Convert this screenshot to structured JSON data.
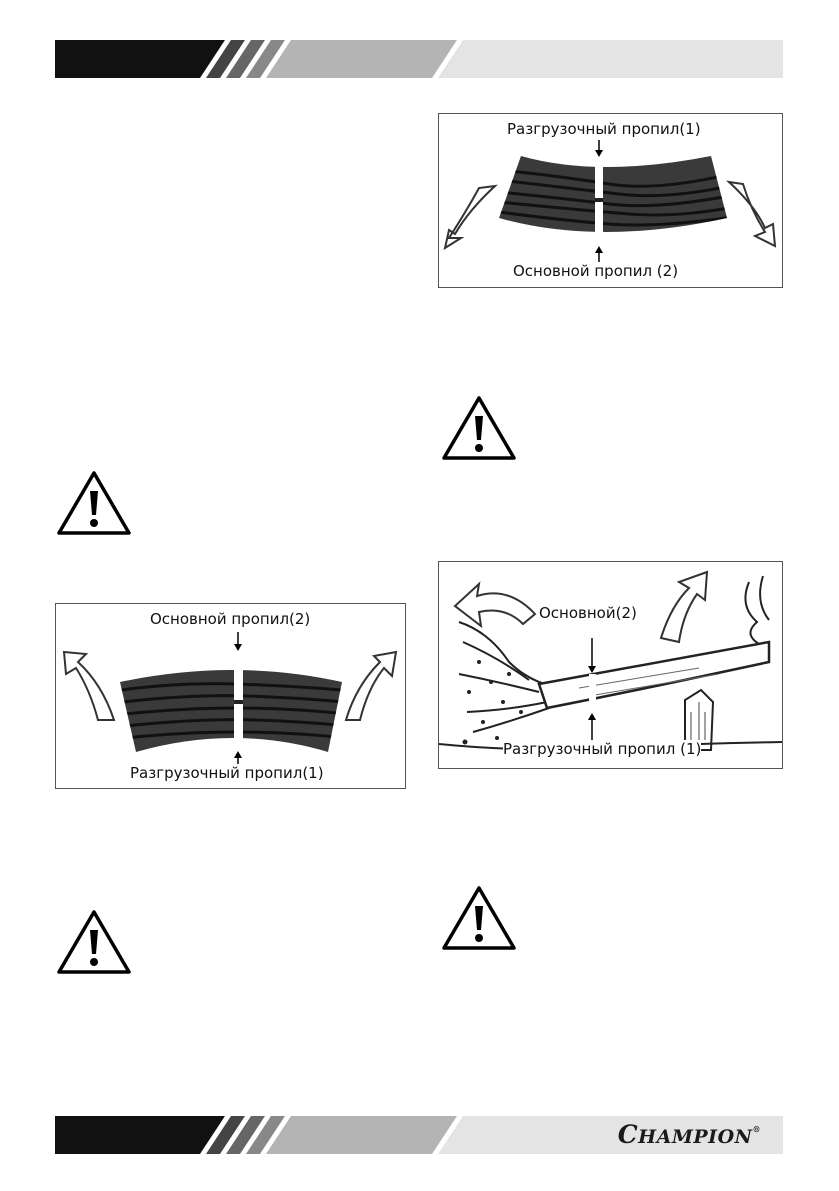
{
  "brand": {
    "name_first": "C",
    "name_rest": "HAMPION",
    "mark": "®"
  },
  "figures": {
    "fig_top_right": {
      "top_label": "Разгрузочный пропил(1)",
      "bottom_label": "Основной пропил (2)"
    },
    "fig_left": {
      "top_label": "Основной пропил(2)",
      "bottom_label": "Разгрузочный пропил(1)"
    },
    "fig_tree": {
      "top_label": "Основной(2)",
      "bottom_label": "Разгрузочный пропил (1)"
    }
  },
  "icons": [
    "warning-icon",
    "warning-icon",
    "warning-icon",
    "warning-icon"
  ],
  "colors": {
    "band_dark": "#111111",
    "band_mid": "#b4b4b4",
    "band_light": "#e4e4e4"
  }
}
